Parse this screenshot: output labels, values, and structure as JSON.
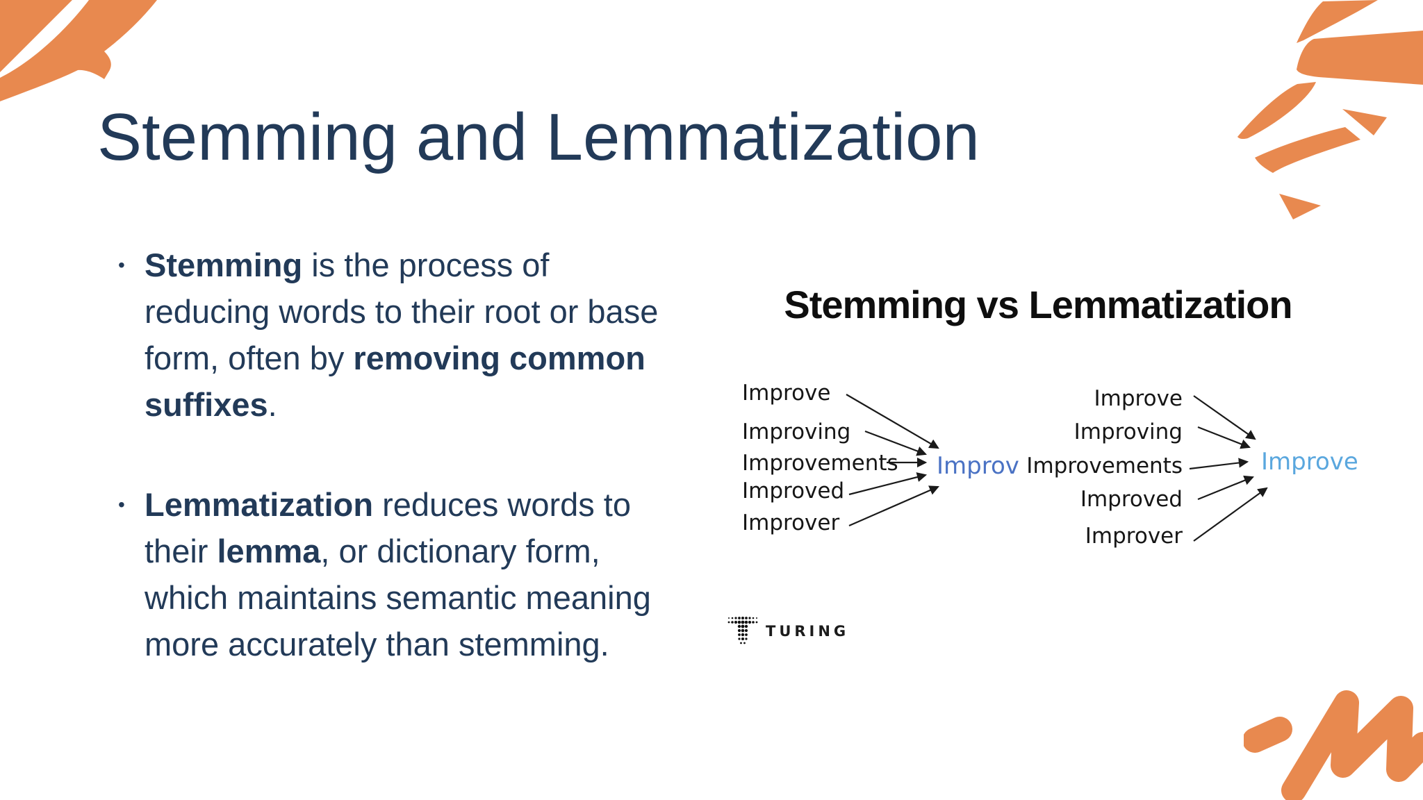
{
  "slide": {
    "title": "Stemming and Lemmatization"
  },
  "bullets": {
    "marker": "•",
    "items": [
      {
        "segments": [
          "Stemming",
          " is the process of\nreducing words to their root or base\nform, often by ",
          "removing common\nsuffixes",
          "."
        ]
      },
      {
        "segments": [
          "Lemmatization",
          " reduces words to\ntheir ",
          "lemma",
          ", or dictionary form,\nwhich maintains semantic meaning\nmore accurately than stemming."
        ]
      }
    ]
  },
  "figure": {
    "title": "Stemming vs Lemmatization",
    "stemming": {
      "words": [
        "Improve",
        "Improving",
        "Improvements",
        "Improved",
        "Improver"
      ],
      "result": "Improv",
      "result_color": "#4a72c4"
    },
    "lemmatization": {
      "words": [
        "Improve",
        "Improving",
        "Improvements",
        "Improved",
        "Improver"
      ],
      "result": "Improve",
      "result_color": "#5aa7de"
    }
  },
  "logo": {
    "text": "TURING"
  },
  "colors": {
    "text_navy": "#223a58",
    "diagram_text": "#161616",
    "accent_orange": "#e8894f",
    "background": "#ffffff"
  }
}
